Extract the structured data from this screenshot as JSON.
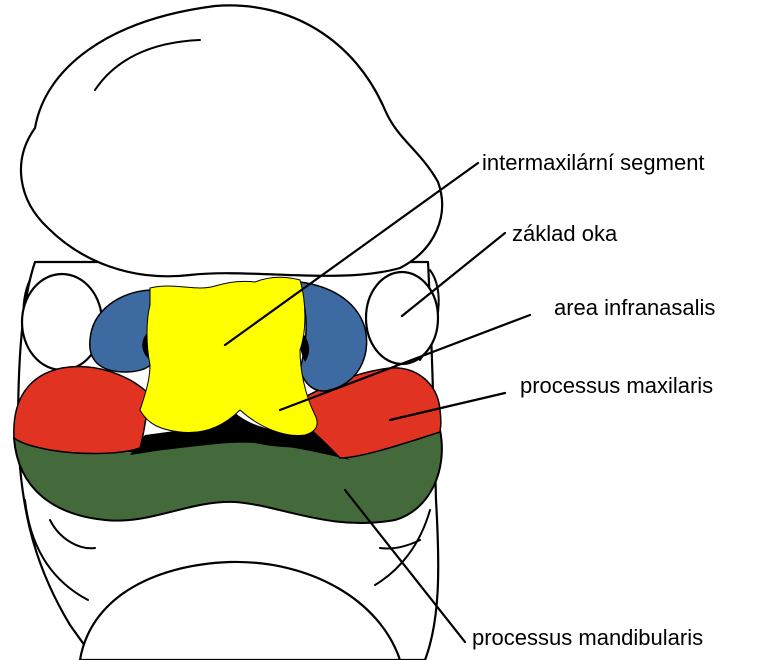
{
  "labels": {
    "intermaxillary": "intermaxilární segment",
    "eye": "základ oka",
    "infranasal": "area infranasalis",
    "maxillary": "processus maxilaris",
    "mandibular": "processus mandibularis"
  },
  "colors": {
    "intermaxillary_segment": "#ffff00",
    "eye_primordium": "#3e6aa2",
    "maxillary_process": "#e03322",
    "mandibular_process": "#44693a",
    "outline": "#000000",
    "background": "#ffffff"
  }
}
